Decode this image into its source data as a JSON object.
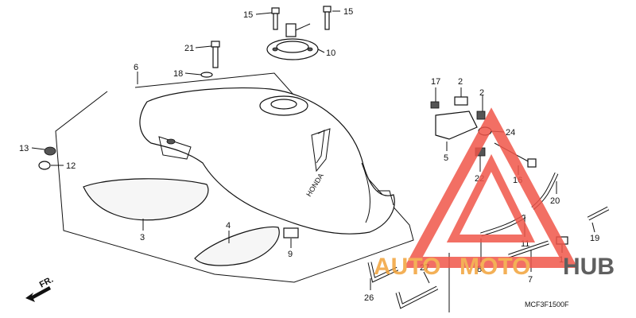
{
  "labels": {
    "p1": "1",
    "p2a": "2",
    "p2b": "2",
    "p3": "3",
    "p4": "4",
    "p5": "5",
    "p6": "6",
    "p7": "7",
    "p8": "8",
    "p9": "9",
    "p10": "10",
    "p11": "11",
    "p12": "12",
    "p13": "13",
    "p15a": "15",
    "p15b": "15",
    "p16": "16",
    "p17": "17",
    "p18": "18",
    "p19": "19",
    "p20": "20",
    "p21": "21",
    "p22": "22",
    "p24": "24",
    "p26": "26",
    "p27": "27"
  },
  "tank_logo": "HONDA",
  "direction_label": "FR.",
  "diagram_code": "MCF3F1500F",
  "watermark": {
    "text_a": "AUTO",
    "text_b": "MOTO",
    "text_c": "HUB",
    "color_triangle": "#f0564a",
    "color_text": "#f2a33a",
    "color_hub": "#444444"
  }
}
